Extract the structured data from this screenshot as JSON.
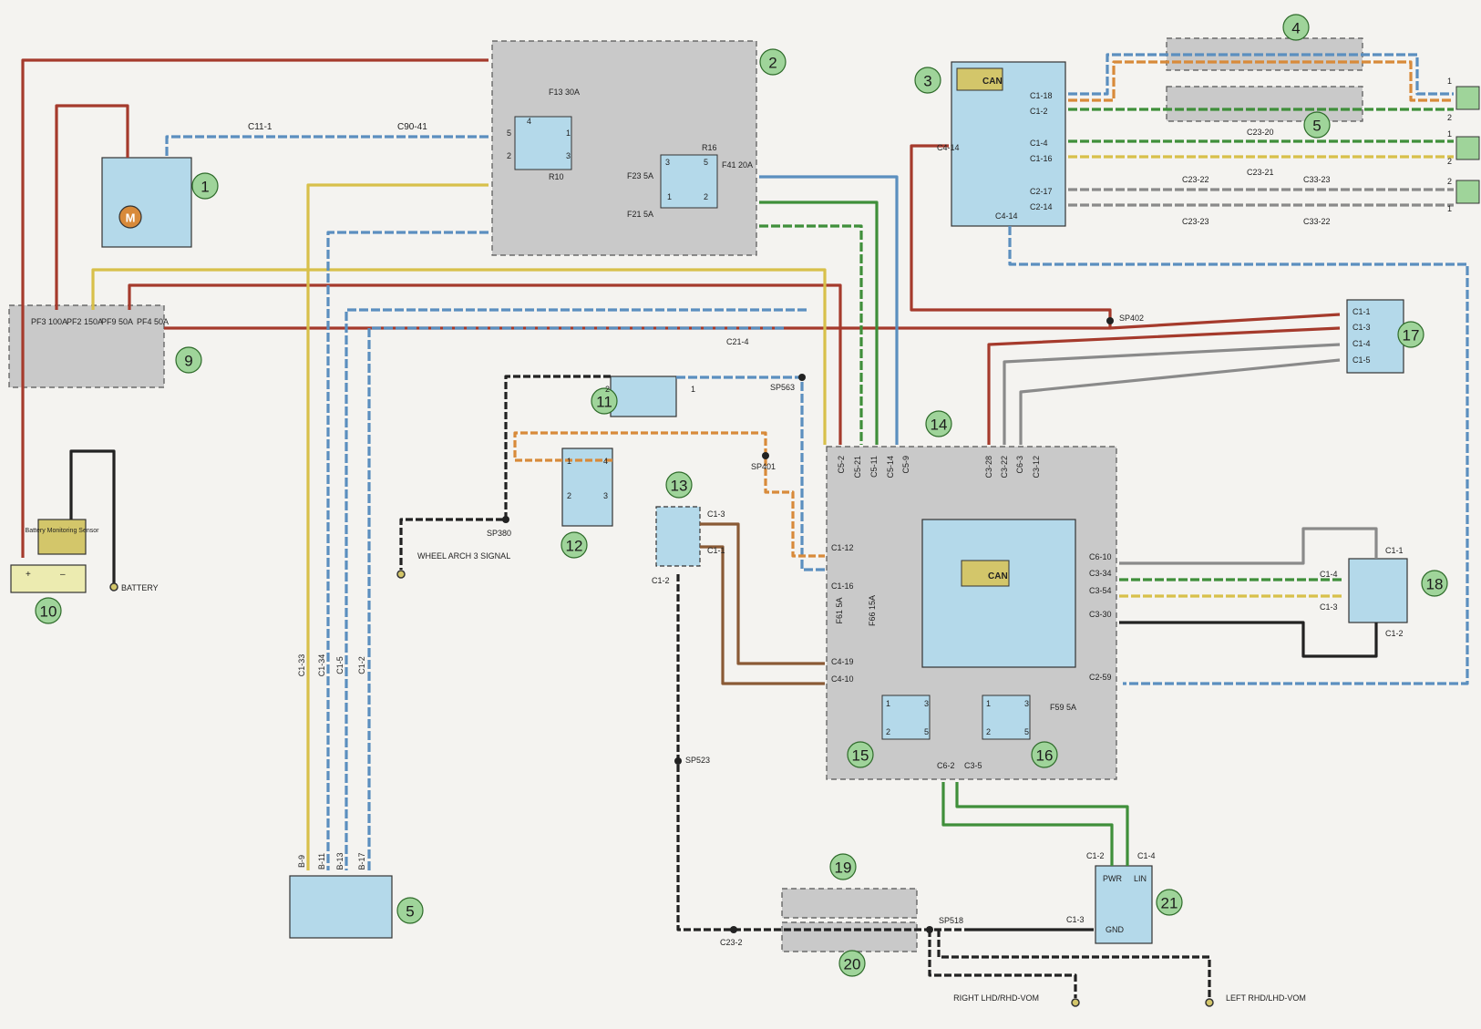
{
  "colors": {
    "red": "#a53a2c",
    "blue": "#5b8fbf",
    "yellow": "#d8c04a",
    "green": "#3f8f3a",
    "black": "#222222",
    "grey": "#8a8a8a",
    "brown": "#8a5a35",
    "orange": "#d88a3a",
    "module": "#b4d9ea",
    "zone": "#c9c9c9",
    "badge": "#9fd49a"
  },
  "numbers": [
    "1",
    "2",
    "3",
    "4",
    "5",
    "5",
    "9",
    "10",
    "11",
    "12",
    "13",
    "14",
    "15",
    "16",
    "17",
    "18",
    "19",
    "20",
    "21"
  ],
  "can_label": "CAN",
  "components": {
    "motor": {
      "glyph": "M",
      "connectors": [
        "C11-1",
        "C90-41"
      ]
    },
    "fusebox2": {
      "fuses": [
        "F13 30A",
        "F23 5A",
        "F21 5A",
        "F41 20A"
      ],
      "relays": [
        "R10",
        "R16"
      ],
      "pins": [
        "5",
        "1",
        "2",
        "3",
        "4",
        "3",
        "5",
        "1",
        "2"
      ]
    },
    "module3": {
      "pins": [
        "C1-18",
        "C1-2",
        "C1-4",
        "C1-16",
        "C2-17",
        "C2-14",
        "C4-14",
        "C4-14"
      ]
    },
    "harness_top": {
      "connectors": [
        "C23-20",
        "C23-21",
        "C23-22",
        "C23-23",
        "C33-23",
        "C33-22"
      ],
      "end_pins": [
        "1",
        "2",
        "1",
        "2",
        "2",
        "1"
      ]
    },
    "fusebox9": {
      "fuses": [
        "PF3 100A",
        "PF2 150A",
        "PF9 50A",
        "PF4 50A"
      ]
    },
    "battery": {
      "sensor": "Battery Monitoring Sensor",
      "plus": "+",
      "minus": "–",
      "ground": "BATTERY"
    },
    "switch11": {
      "pins": [
        "2",
        "1"
      ],
      "splice": "SP563"
    },
    "switch12": {
      "pins": [
        "1",
        "4",
        "2",
        "3"
      ],
      "splice": "SP401"
    },
    "wheel_arch": {
      "splice": "SP380",
      "label": "WHEEL ARCH 3 SIGNAL"
    },
    "c21": "C21-4",
    "sp402": "SP402",
    "module13": {
      "pins": [
        "C1-3",
        "C1-1",
        "C1-2"
      ]
    },
    "sp523": "SP523",
    "gem14": {
      "top_pins": [
        "C5-2",
        "C5-21",
        "C5-11",
        "C5-14",
        "C5-9",
        "C3-28",
        "C3-22",
        "C6-3",
        "C3-12"
      ],
      "left_pins": [
        "C1-12",
        "C1-16",
        "C4-19",
        "C4-10"
      ],
      "right_pins": [
        "C6-10",
        "C3-34",
        "C3-54",
        "C3-30",
        "C2-59"
      ],
      "bottom_pins": [
        "C6-2",
        "C3-5"
      ],
      "fuses": [
        "F61 5A",
        "F66 15A",
        "F59 5A"
      ]
    },
    "relay_pins": [
      "1",
      "3",
      "2",
      "5"
    ],
    "module17": {
      "pins": [
        "C1-1",
        "C1-3",
        "C1-4",
        "C1-5"
      ]
    },
    "sensor18": {
      "pins": [
        "C1-1",
        "C1-4",
        "C1-3",
        "C1-2"
      ]
    },
    "bus_lower": {
      "pins": [
        "C1-33",
        "C1-34",
        "C1-5",
        "C1-2"
      ]
    },
    "module5": {
      "pins": [
        "B-9",
        "B-11",
        "B-13",
        "B-17"
      ]
    },
    "harness_bottom": {
      "connector": "C23-2",
      "splice": "SP518"
    },
    "module21": {
      "labels": [
        "PWR",
        "LIN",
        "GND"
      ],
      "pins": [
        "C1-2",
        "C1-4",
        "C1-3"
      ]
    },
    "grounds": [
      "RIGHT LHD/RHD-VOM",
      "LEFT RHD/LHD-VOM"
    ]
  }
}
